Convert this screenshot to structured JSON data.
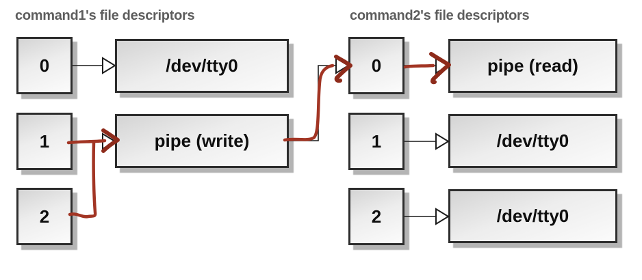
{
  "command1": {
    "title": "command1's file descriptors",
    "fds": [
      {
        "label": "0",
        "target": "/dev/tty0"
      },
      {
        "label": "1",
        "target": "pipe (write)"
      },
      {
        "label": "2",
        "target": null
      }
    ]
  },
  "command2": {
    "title": "command2's file descriptors",
    "fds": [
      {
        "label": "0",
        "target": "pipe (read)"
      },
      {
        "label": "1",
        "target": "/dev/tty0"
      },
      {
        "label": "2",
        "target": "/dev/tty0"
      }
    ]
  },
  "red_links": [
    "command1 fd 1 -> pipe (write)",
    "command1 fd 2 -> pipe (write)",
    "pipe (write) -> command2 fd 0",
    "command2 fd 0 -> pipe (read)"
  ],
  "colors": {
    "red_arrow": "#a23524",
    "red_arrowhead": "#8e2b1b",
    "box_border": "#2d2d2d",
    "box_fill_top": "#d4d4d4",
    "box_fill_bottom": "#fbfbfb",
    "shadow": "#b4b4b4",
    "title_text": "#5d5d5d",
    "label_text": "#0f0f0f"
  }
}
